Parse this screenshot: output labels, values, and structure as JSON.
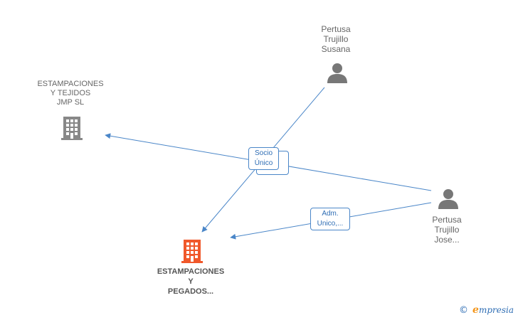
{
  "nodes": {
    "company_top_left": {
      "label": "ESTAMPACIONES\nY TEJIDOS\nJMP  SL",
      "color": "#888888"
    },
    "company_main": {
      "label": "ESTAMPACIONES\nY\nPEGADOS...",
      "color": "#f0582a"
    },
    "person_susana": {
      "label": "Pertusa\nTrujillo\nSusana",
      "color": "#777777"
    },
    "person_jose": {
      "label": "Pertusa\nTrujillo\nJose...",
      "color": "#777777"
    }
  },
  "edges": {
    "socio_label": "Socio\nÚnico",
    "adm_label": "Adm.\nUnico,...",
    "line_color": "#4a86c8"
  },
  "watermark": {
    "copyright": "©",
    "brand_e": "e",
    "brand_rest": "mpresia"
  }
}
